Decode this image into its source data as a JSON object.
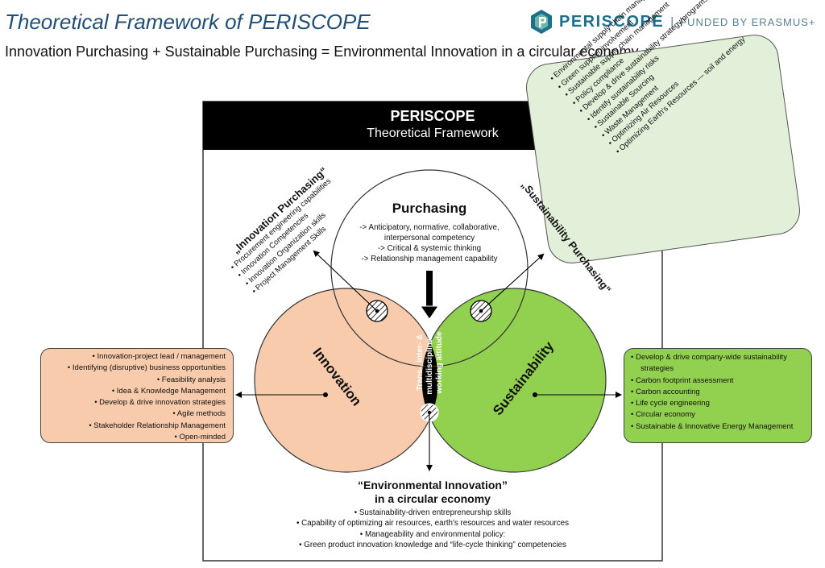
{
  "header": {
    "title": "Theoretical Framework of PERISCOPE",
    "subtitle": "Innovation Purchasing + Sustainable Purchasing = Environmental Innovation in a circular economy",
    "brand_name": "PERISCOPE",
    "brand_separator": "|",
    "brand_funded": "FUNDED BY ERASMUS+"
  },
  "frame": {
    "title": "PERISCOPE",
    "subtitle": "Theoretical Framework"
  },
  "purchasing": {
    "heading": "Purchasing",
    "items": [
      "-> Anticipatory, normative, collaborative,",
      "interpersonal competency",
      "-> Critical & systemic thinking",
      "-> Relationship management capability"
    ]
  },
  "innovation_purchasing": {
    "heading": "„Innovation Purchasing“",
    "items": [
      "Procurement engineering capabilities",
      "Innovation Competencies",
      "Innovation Organization skills",
      "Project Management Skills"
    ]
  },
  "sustainability_purchasing": {
    "heading": "„Sustainability Purchasing“",
    "items": [
      "Environmental supply chain management",
      "Green supplier involvement",
      "Sustainable supply chain management",
      "Policy compliance",
      "Develop & drive sustainability strategy/programs",
      "Identify sustainability risks",
      "Sustainable Sourcing",
      "Waste Management",
      "Optimizing Air Resources",
      "Optimizing  Earth's Resources — soil and energy"
    ]
  },
  "innovation": {
    "label": "Innovation",
    "items": [
      "Innovation-project lead / management",
      "Identifying (disruptive) business opportunities",
      "Feasibility analysis",
      "Idea & Knowledge Management",
      "Develop & drive innovation strategies",
      "Agile methods",
      "Stakeholder Relationship Management",
      "Open-minded"
    ]
  },
  "sustainability": {
    "label": "Sustainability",
    "items": [
      "Develop & drive company-wide sustainability strategies",
      "Carbon footprint assessment",
      "Carbon accounting",
      "Life cycle engineering",
      "Circular economy",
      "Sustainable & Innovative Energy Management"
    ]
  },
  "center": {
    "lines": [
      "Trans-, inter- &",
      "multidisciplinary",
      "working attitude"
    ]
  },
  "environmental_innovation": {
    "heading_line1": "“Environmental Innovation”",
    "heading_line2": "in a circular economy",
    "items": [
      "Sustainability-driven  entrepreneurship skills",
      "Capability  of optimizing  air resources, earth's resources and water resources",
      "Manageability and environmental policy:",
      "Green product innovation knowledge  and “life-cycle thinking”  competencies"
    ]
  },
  "colors": {
    "innovation": "#f7cbac",
    "sustainability": "#92d050",
    "sustainability_light": "#e2f0d9",
    "title": "#1f4e79",
    "brand": "#1d6f8c"
  }
}
